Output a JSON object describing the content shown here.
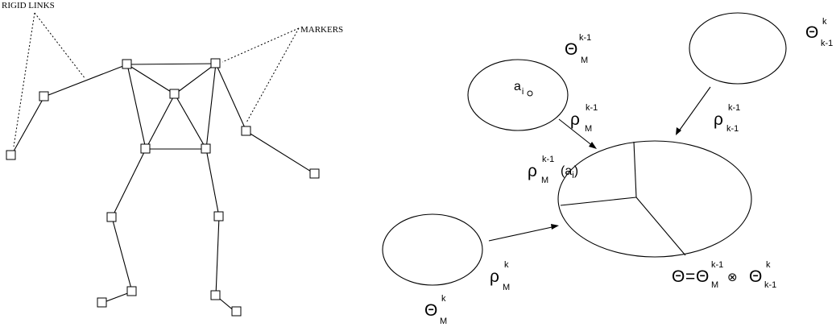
{
  "skeleton": {
    "rigid_links_label": "RIGID LINKS",
    "markers_label": "MARKERS"
  },
  "sets": {
    "theta_m_km1": {
      "sym": "Θ",
      "sup": "k-1",
      "sub": "M"
    },
    "theta_km1_k": {
      "sym": "Θ",
      "sup": "k",
      "sub": "k-1"
    },
    "theta_m_k": {
      "sym": "Θ",
      "sup": "k",
      "sub": "M"
    },
    "point_label": {
      "base": "a",
      "sub": "i"
    }
  },
  "maps": {
    "rho_m_km1": {
      "sym": "ρ",
      "sup": "k-1",
      "sub": "M"
    },
    "rho_km1_k": {
      "sym": "ρ",
      "sup": "k-1",
      "sub": "k-1"
    },
    "rho_m_k": {
      "sym": "ρ",
      "sup": "k",
      "sub": "M"
    },
    "rho_applied": {
      "sym": "ρ",
      "sup": "k-1",
      "sub": "M",
      "arg": "(a",
      "arg_sub": "i",
      "arg_close": ")"
    }
  },
  "product": {
    "lhs": "Θ",
    "eq": "=",
    "t1": {
      "sym": "Θ",
      "sup": "k-1",
      "sub": "M"
    },
    "op": "⊗",
    "t2": {
      "sym": "Θ",
      "sup": "k",
      "sub": "k-1"
    }
  }
}
